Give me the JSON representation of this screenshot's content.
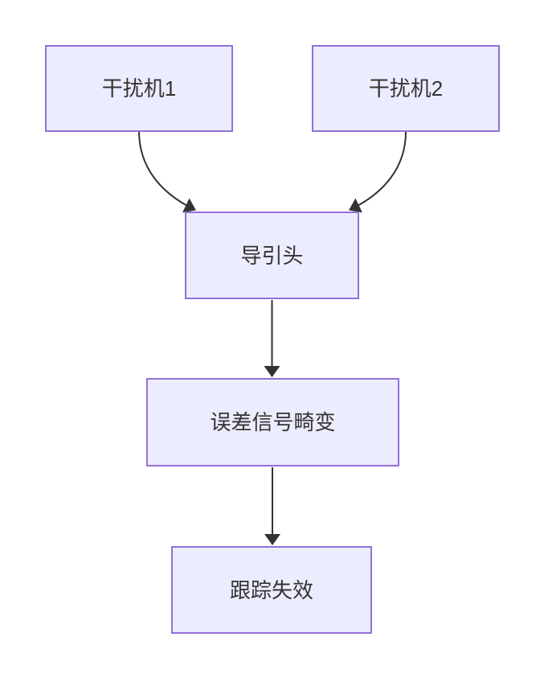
{
  "diagram": {
    "type": "flowchart",
    "direction": "top-down",
    "background_color": "#ffffff",
    "node_fill_color": "#ECECFF",
    "node_border_color": "#9370DB",
    "text_color": "#333333",
    "arrow_color": "#333333",
    "nodes": [
      {
        "id": "jammer1",
        "label": "干扰机1"
      },
      {
        "id": "jammer2",
        "label": "干扰机2"
      },
      {
        "id": "seeker",
        "label": "导引头"
      },
      {
        "id": "error_distortion",
        "label": "误差信号畸变"
      },
      {
        "id": "tracking_failure",
        "label": "跟踪失效"
      }
    ],
    "edges": [
      {
        "from": "jammer1",
        "to": "seeker",
        "style": "curved"
      },
      {
        "from": "jammer2",
        "to": "seeker",
        "style": "curved"
      },
      {
        "from": "seeker",
        "to": "error_distortion",
        "style": "straight"
      },
      {
        "from": "error_distortion",
        "to": "tracking_failure",
        "style": "straight"
      }
    ]
  }
}
